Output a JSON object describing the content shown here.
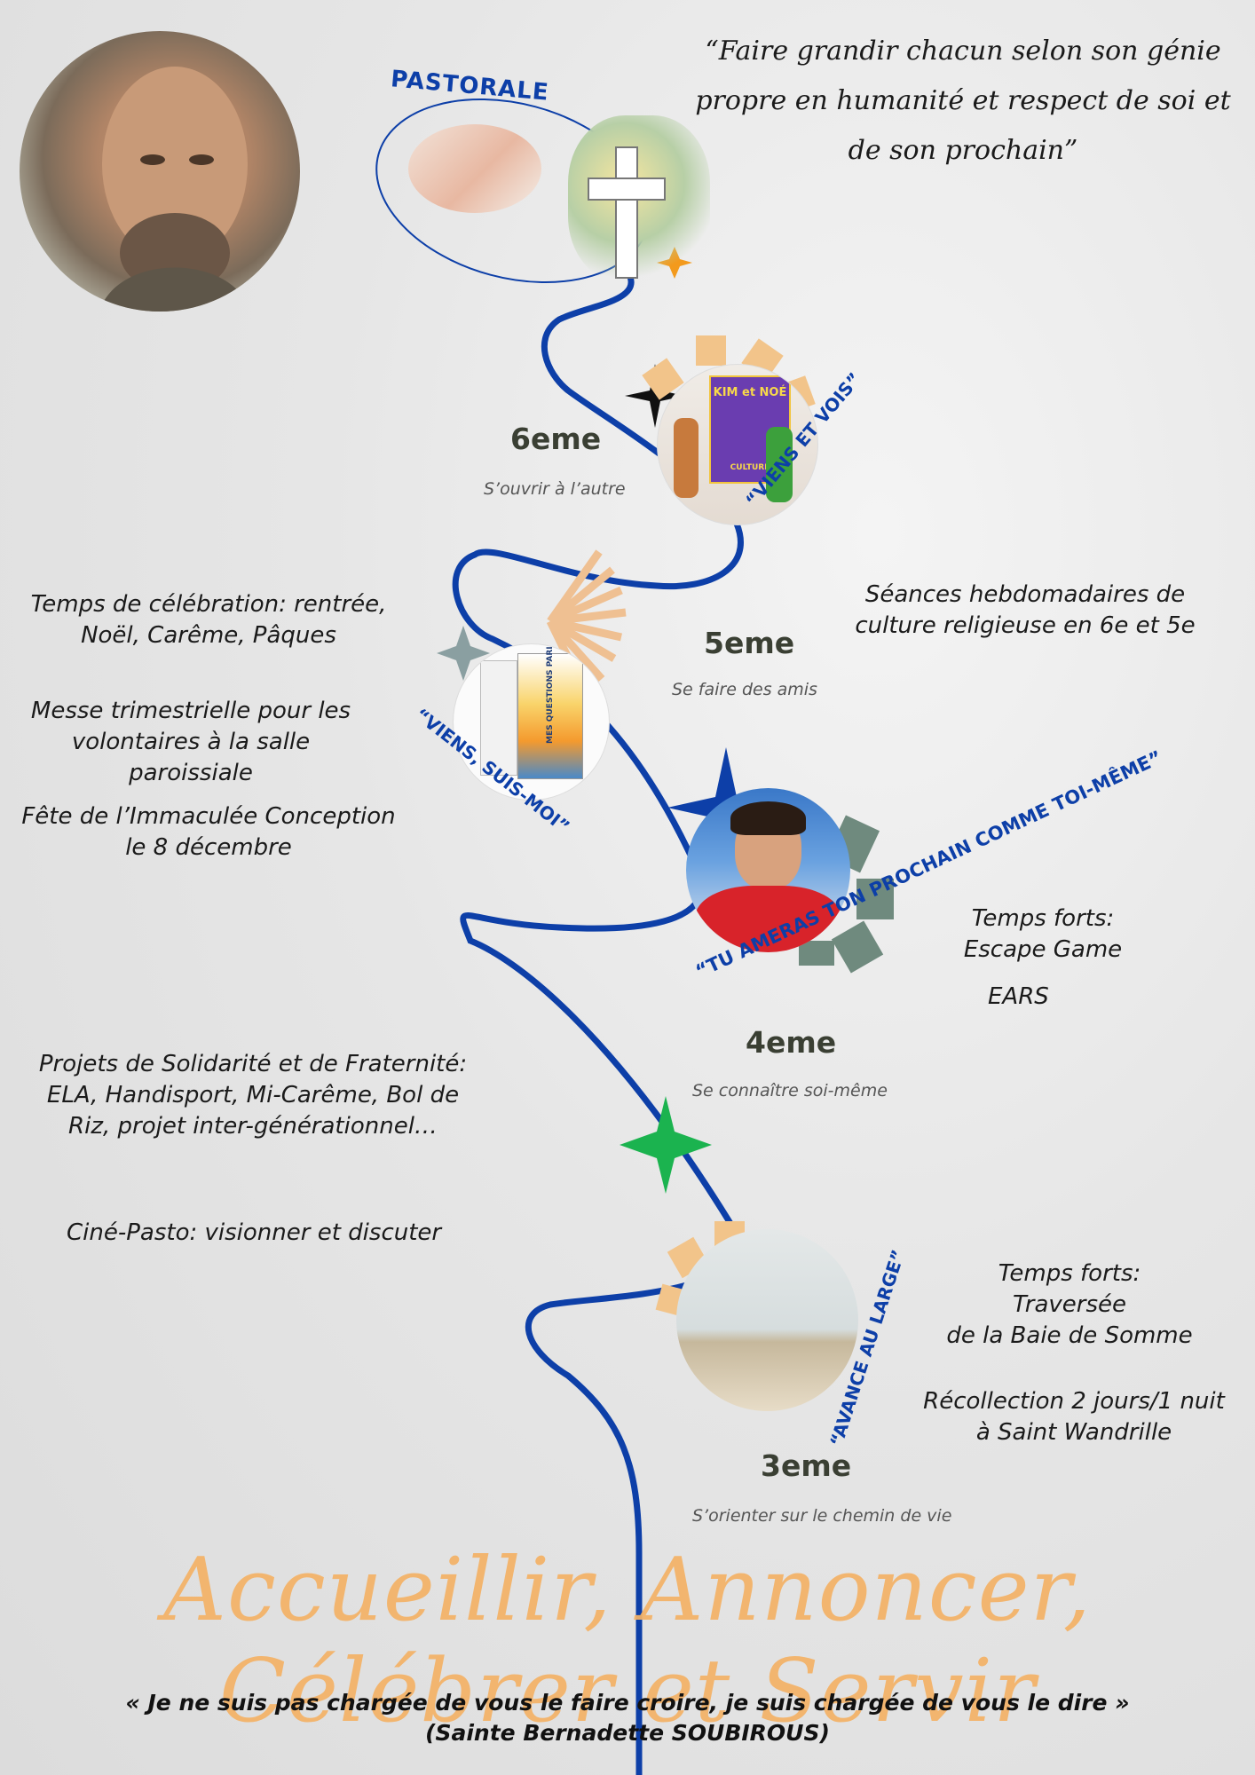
{
  "header": {
    "quote": "“Faire grandir chacun selon son génie propre en humanité et respect de soi et de son prochain”",
    "pastorale_label": "PASTORALE"
  },
  "levels": [
    {
      "grade": "6eme",
      "subtitle": "S’ouvrir à l’autre",
      "motto": "“VIENS ET VOIS”"
    },
    {
      "grade": "5eme",
      "subtitle": "Se faire des amis",
      "motto": "“VIENS, SUIS-MOI”"
    },
    {
      "grade": "4eme",
      "subtitle": "Se connaître soi-même",
      "motto": "“TU AMERAS TON PROCHAIN COMME TOI-MÊME”"
    },
    {
      "grade": "3eme",
      "subtitle": "S’orienter sur le chemin de vie",
      "motto": "“AVANCE AU LARGE”"
    }
  ],
  "left_notes": {
    "celebration": [
      "Temps de célébration: rentrée,",
      "Noël, Carême, Pâques"
    ],
    "messe": [
      "Messe trimestrielle pour les",
      "volontaires à la salle paroissiale"
    ],
    "fete": [
      "Fête de l’Immaculée Conception",
      "le 8 décembre"
    ],
    "projets": [
      "Projets de Solidarité et de Fraternité:",
      "ELA, Handisport, Mi-Carême, Bol de",
      "Riz, projet inter-générationnel…"
    ],
    "cine": "Ciné-Pasto: visionner et discuter"
  },
  "right_notes": {
    "seances": [
      "Séances hebdomadaires de",
      "culture religieuse en 6e et 5e"
    ],
    "temps_forts_4": [
      "Temps forts:",
      "Escape Game"
    ],
    "ears": "EARS",
    "temps_forts_3": [
      "Temps forts:",
      "Traversée",
      "de la Baie de Somme"
    ],
    "recollection": [
      "Récollection 2 jours/1 nuit",
      "à Saint Wandrille"
    ]
  },
  "book_6": {
    "title": "KIM et NOÉ",
    "label": "CULTURE"
  },
  "book_5": {
    "title": "MES QUESTIONS PARLONS-EN"
  },
  "footer": {
    "motto": "Accueillir, Annoncer, Célébrer et Servir",
    "quote": "« Je ne suis pas chargée de vous le faire croire, je suis chargée de vous le dire »",
    "author": "(Sainte Bernadette SOUBIROUS)"
  },
  "colors": {
    "path": "#0d3fa8",
    "accent": "#f4b266",
    "star_green": "#1bb34f",
    "star_blue": "#0d3fa8",
    "sage": "#6f8a7e"
  }
}
